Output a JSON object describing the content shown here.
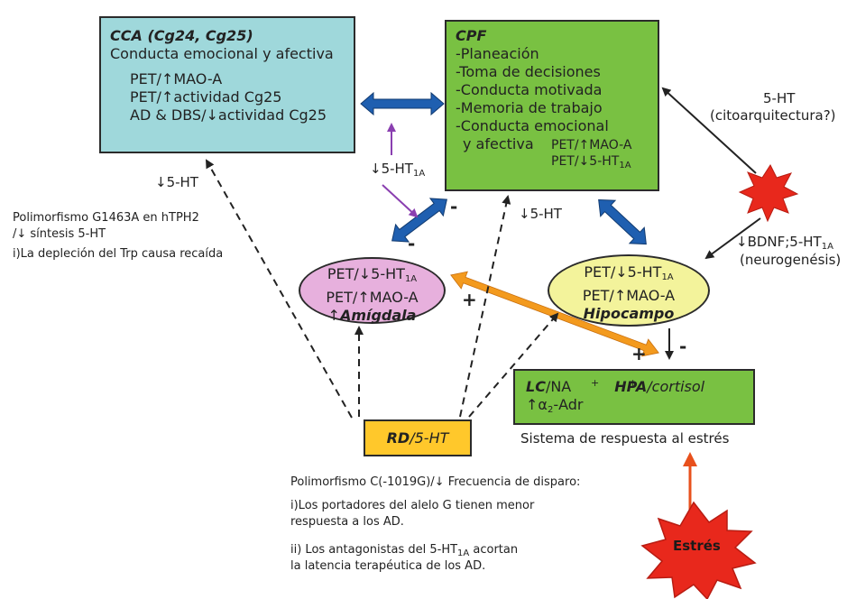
{
  "cca": {
    "title": "CCA (Cg24, Cg25)",
    "subtitle": "Conducta emocional y afectiva",
    "lines": [
      "PET/↑MAO-A",
      "PET/↑actividad Cg25",
      "AD & DBS/↓actividad Cg25"
    ]
  },
  "cpf": {
    "title": "CPF",
    "lines": [
      "-Planeación",
      "-Toma de decisiones",
      "-Conducta motivada",
      "-Memoria de trabajo",
      "-Conducta emocional"
    ],
    "last_line": "y afectiva",
    "pet_maoa": "PET/↑MAO-A",
    "pet_5ht_prefix": "PET/↓5-HT",
    "pet_5ht_sub": "1A"
  },
  "amygdala": {
    "line1_prefix": "PET/↓5-HT",
    "line1_sub": "1A",
    "line2": "PET/↑MAO-A",
    "arrow": "↑",
    "name": "Amígdala"
  },
  "hippocampus": {
    "line1_prefix": "PET/↓5-HT",
    "line1_sub": "1A",
    "line2": "PET/↑MAO-A",
    "name": "Hipocampo"
  },
  "stress_system": {
    "lc": "LC",
    "na": "/NA",
    "hpa": "HPA",
    "cortisol": "/cortisol",
    "alpha_line": "↑α",
    "alpha_sub": "2",
    "alpha_suffix": "-Adr",
    "caption": "Sistema de respuesta al estrés"
  },
  "rd": {
    "label_bold": "RD",
    "label_rest": "/5-HT"
  },
  "annotations": {
    "ht_down_left": "↓5-HT",
    "ht_down_mid": "↓5-HT",
    "ht1a_down_prefix": "↓5-HT",
    "ht1a_down_sub": "1A",
    "ht_cito_1": "5-HT",
    "ht_cito_2": "(citoarquitectura?)",
    "bdnf_prefix": "↓BDNF;5-HT",
    "bdnf_sub": "1A",
    "neuro": "(neurogenésis)",
    "poly1_a": "Polimorfismo G1463A en hTPH2",
    "poly1_b": "/↓ síntesis 5-HT",
    "poly1_c": "i)La depleción del Trp causa recaída",
    "poly2_a": "Polimorfismo C(-1019G)/↓ Frecuencia de disparo:",
    "poly2_b": "i)Los portadores del alelo G tienen menor",
    "poly2_c": "respuesta a los AD.",
    "poly2_d_prefix": "ii) Los antagonistas del 5-HT",
    "poly2_d_sub": "1A",
    "poly2_d_suffix": " acortan",
    "poly2_e": "la latencia terapéutica de los AD.",
    "stress": "Estrés"
  },
  "signs": {
    "minus": "-",
    "plus": "+"
  },
  "colors": {
    "cca": "#9fd8db",
    "cpf": "#79c142",
    "amygdala": "#e7b0dd",
    "hippocampus": "#f3f39b",
    "rd": "#ffc82b",
    "blue_arrow": "#1f5fb0",
    "orange_arrow": "#f39a1e",
    "purple_arrow": "#8a3fb0",
    "star": "#e8281c"
  }
}
